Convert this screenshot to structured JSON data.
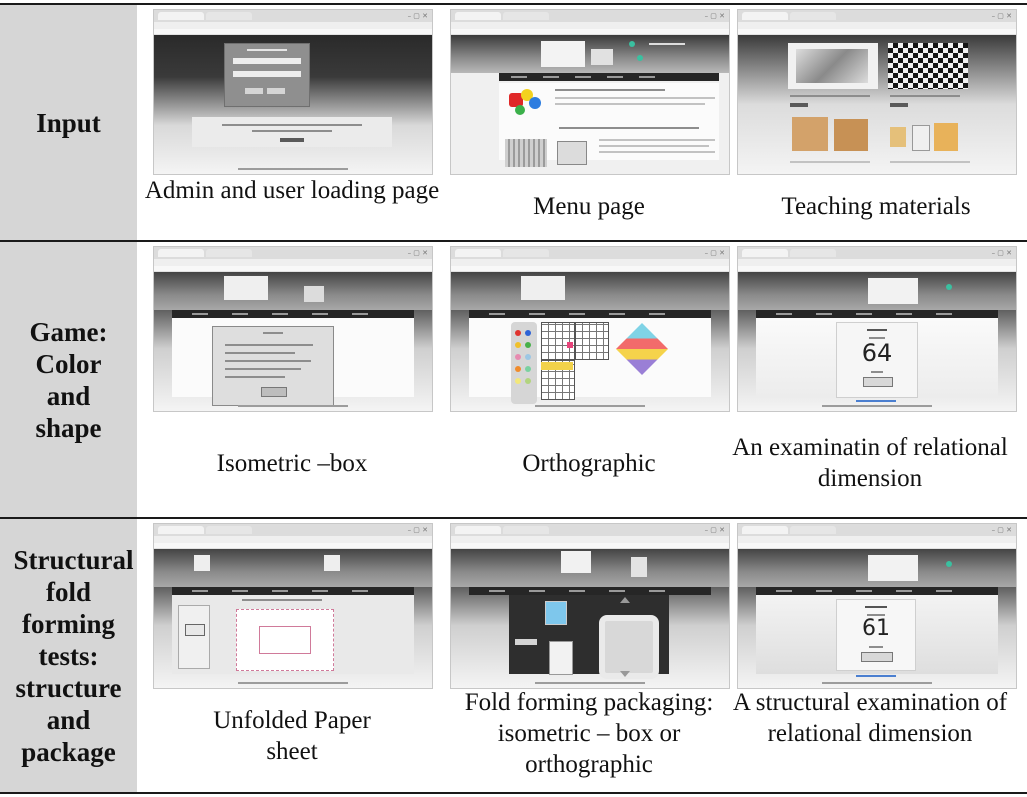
{
  "rows": [
    {
      "label": "Input",
      "captions": [
        "Admin and user loading page",
        "Menu page",
        "Teaching materials"
      ]
    },
    {
      "label": "Game: Color and shape",
      "captions": [
        "Isometric –box",
        "Orthographic",
        "An examinatin of relational dimension"
      ]
    },
    {
      "label": "Structural fold forming tests: structure and package",
      "captions": [
        "Unfolded Paper sheet",
        "Fold forming packaging: isometric – box or orthographic",
        "A structural examination of relational dimension"
      ]
    }
  ],
  "screens": {
    "examination_number": "64",
    "structural_number": "61"
  },
  "colors": {
    "label_bg": "#d6d6d6",
    "rule": "#1a1a1a"
  }
}
